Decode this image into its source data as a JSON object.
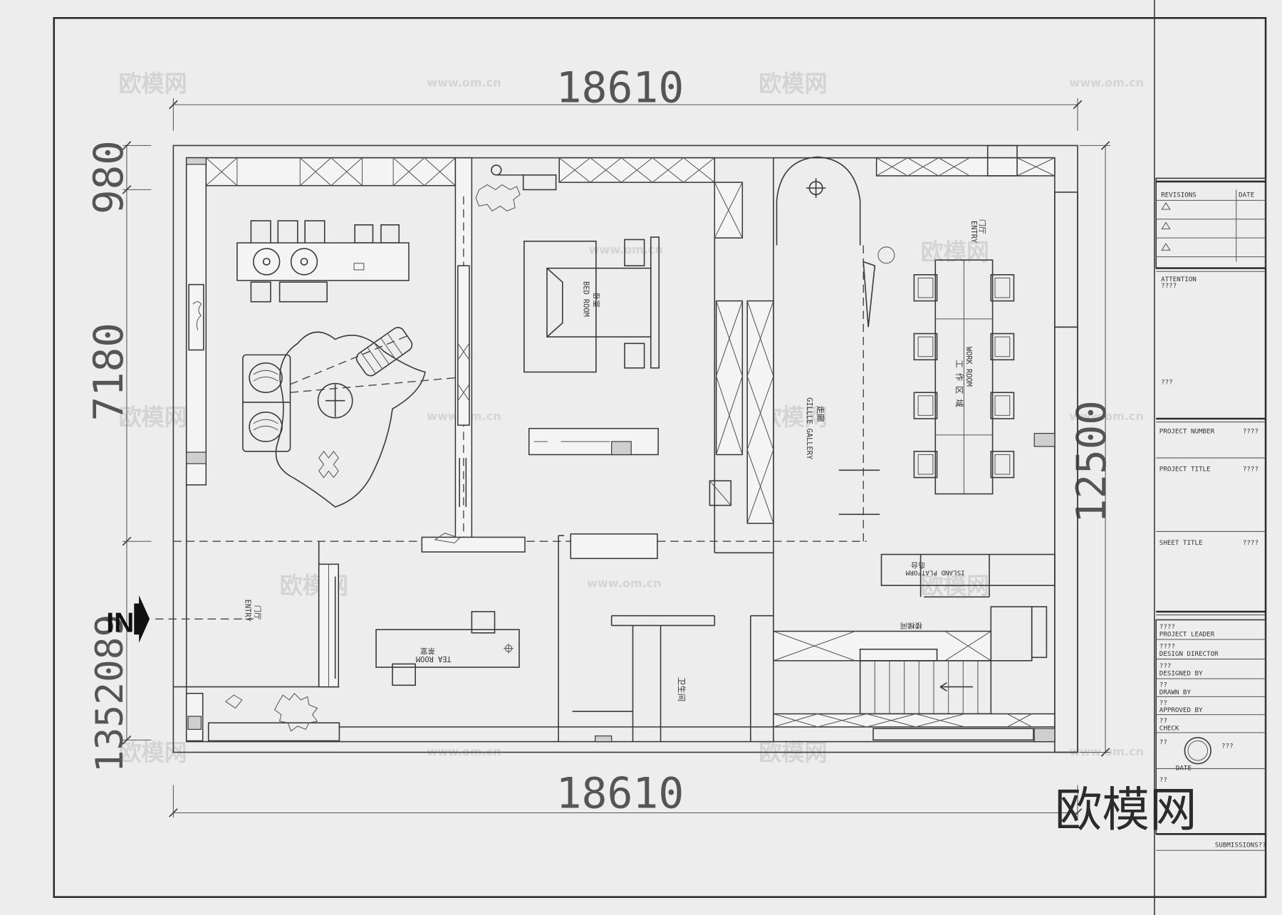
{
  "dimensions": {
    "top": "18610",
    "bottom": "18610",
    "left_upper": "980",
    "left_middle": "7180",
    "left_lower": "1352089",
    "right": "12500"
  },
  "entry_marker": "IN",
  "rooms": {
    "entry_cn": "门厅",
    "entry_en": "ENTRY",
    "entry2_cn": "门厅",
    "entry2_en": "ENTRY",
    "bedroom_cn": "卧室",
    "bedroom_en": "BED ROOM",
    "gallery_cn": "走廊",
    "gallery_en": "GILLLE GALLERY",
    "workroom_cn": "工作区域",
    "workroom_en": "WORK ROOM",
    "tearoom_cn": "茶室",
    "tearoom_en": "TEA ROOM",
    "bathroom": "卫生间",
    "island_cn": "岛台",
    "island_en": "ISLAND PLATFORM",
    "stairs": "楼梯间"
  },
  "title_block": {
    "revisions": "REVISIONS",
    "date": "DATE",
    "attention": "ATTENTION",
    "attention_value": "????",
    "attention_note": "???",
    "project_number": "PROJECT NUMBER",
    "project_number_value": "????",
    "project_title": "PROJECT TITLE",
    "project_title_value": "????",
    "sheet_title": "SHEET TITLE",
    "sheet_title_value": "????",
    "project_leader_value": "????",
    "project_leader": "PROJECT LEADER",
    "design_director_value": "????",
    "design_director": "DESIGN DIRECTOR",
    "designed_by_value": "???",
    "designed_by": "DESIGNED BY",
    "drawn_by_value": "??",
    "drawn_by": "DRAWN BY",
    "approved_by_value": "??",
    "approved_by": "APPROVED BY",
    "check_value": "??",
    "check": "CHECK",
    "ref_value": "???",
    "date_value": "??",
    "submissions": "SUBMISSIONS??"
  },
  "watermark": {
    "brand": "欧模网",
    "url": "www.om.cn"
  }
}
